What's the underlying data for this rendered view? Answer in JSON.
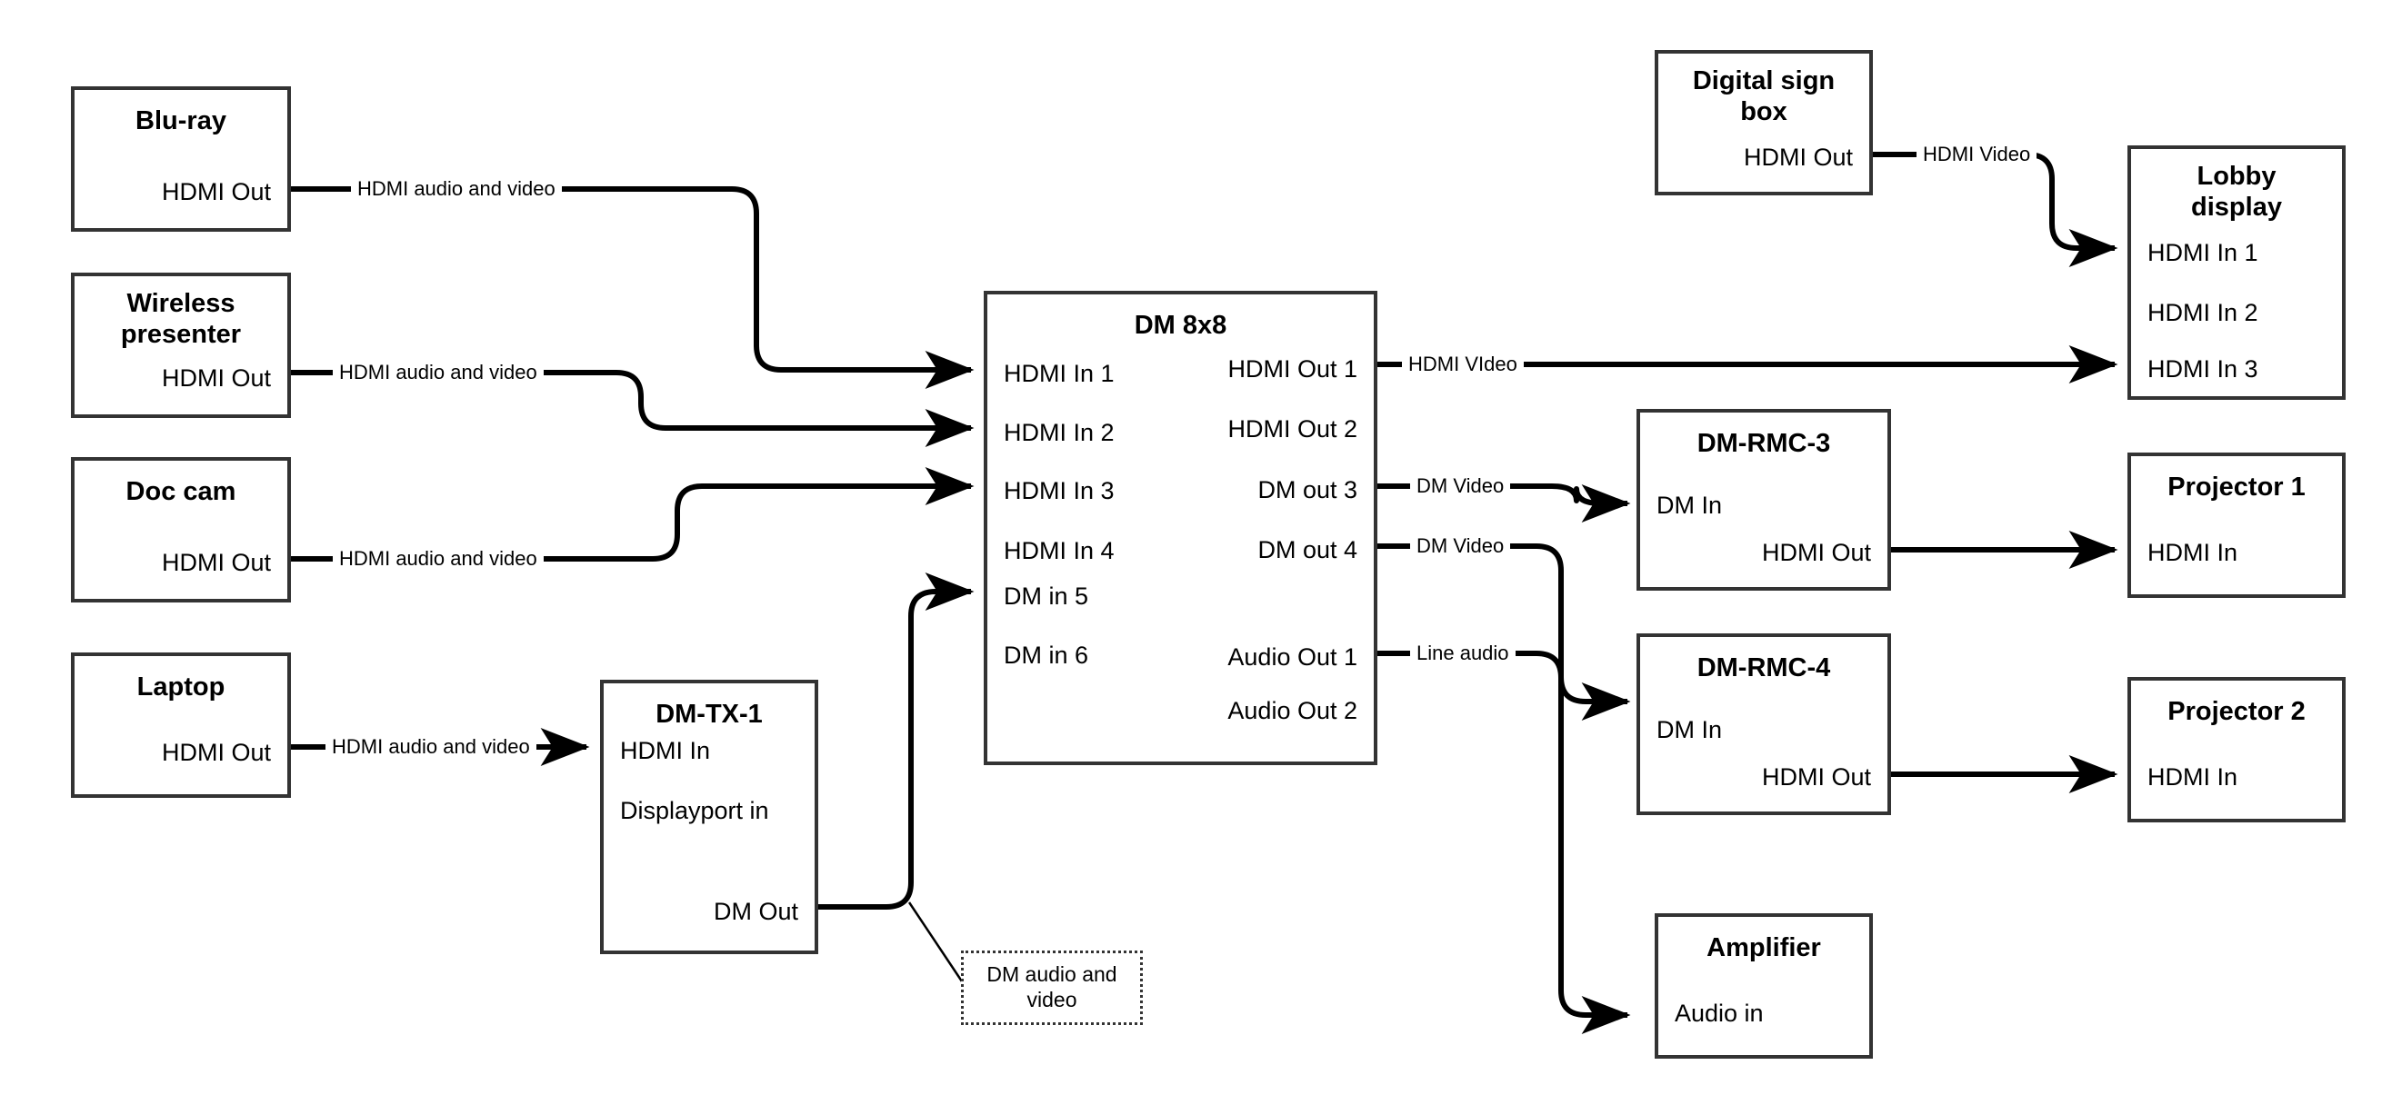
{
  "diagram": {
    "title": "AV Signal Flow Diagram",
    "stroke_color": "#333333",
    "wire_color": "#000000",
    "background": "#ffffff"
  },
  "nodes": {
    "bluray": {
      "title": "Blu-ray",
      "ports": {
        "hdmi_out": "HDMI Out"
      }
    },
    "wireless": {
      "title": "Wireless\npresenter",
      "ports": {
        "hdmi_out": "HDMI Out"
      }
    },
    "doccam": {
      "title": "Doc cam",
      "ports": {
        "hdmi_out": "HDMI Out"
      }
    },
    "laptop": {
      "title": "Laptop",
      "ports": {
        "hdmi_out": "HDMI Out"
      }
    },
    "dmtx1": {
      "title": "DM-TX-1",
      "ports": {
        "hdmi_in": "HDMI In",
        "dp_in": "Displayport in",
        "dm_out": "DM Out"
      }
    },
    "dm8x8": {
      "title": "DM 8x8",
      "inputs": [
        "HDMI In 1",
        "HDMI In 2",
        "HDMI In 3",
        "HDMI In 4",
        "DM in 5",
        "DM in 6"
      ],
      "outputs": [
        "HDMI Out 1",
        "HDMI Out 2",
        "DM out 3",
        "DM out 4",
        "Audio Out 1",
        "Audio Out 2"
      ]
    },
    "digitalsign": {
      "title": "Digital sign\nbox",
      "ports": {
        "hdmi_out": "HDMI Out"
      }
    },
    "lobby": {
      "title": "Lobby\ndisplay",
      "inputs": [
        "HDMI In 1",
        "HDMI In 2",
        "HDMI In 3"
      ]
    },
    "dmrmc3": {
      "title": "DM-RMC-3",
      "ports": {
        "dm_in": "DM In",
        "hdmi_out": "HDMI Out"
      }
    },
    "dmrmc4": {
      "title": "DM-RMC-4",
      "ports": {
        "dm_in": "DM In",
        "hdmi_out": "HDMI Out"
      }
    },
    "projector1": {
      "title": "Projector 1",
      "ports": {
        "hdmi_in": "HDMI In"
      }
    },
    "projector2": {
      "title": "Projector 2",
      "ports": {
        "hdmi_in": "HDMI In"
      }
    },
    "amplifier": {
      "title": "Amplifier",
      "ports": {
        "audio_in": "Audio in"
      }
    }
  },
  "callouts": {
    "dm_audio_video": "DM audio and video"
  },
  "wire_labels": {
    "bluray_to_dm": "HDMI audio and video",
    "wireless_to_dm": "HDMI audio and video",
    "doccam_to_dm": "HDMI audio and video",
    "laptop_to_dmtx1": "HDMI audio and video",
    "dm_hdmiout1_lobby": "HDMI VIdeo",
    "dm_dmout3_rmc3": "DM Video",
    "dm_dmout4_rmc4": "DM Video",
    "dm_audioout1_amp": "Line audio",
    "sign_to_lobby": "HDMI Video"
  },
  "connections": [
    {
      "from": "Blu-ray HDMI Out",
      "to": "DM 8x8 HDMI In 1",
      "label": "HDMI audio and video"
    },
    {
      "from": "Wireless presenter HDMI Out",
      "to": "DM 8x8 HDMI In 2",
      "label": "HDMI audio and video"
    },
    {
      "from": "Doc cam HDMI Out",
      "to": "DM 8x8 HDMI In 3",
      "label": "HDMI audio and video"
    },
    {
      "from": "Laptop HDMI Out",
      "to": "DM-TX-1 HDMI In",
      "label": "HDMI audio and video"
    },
    {
      "from": "DM-TX-1 DM Out",
      "to": "DM 8x8 DM in 5",
      "label": "DM audio and video"
    },
    {
      "from": "DM 8x8 HDMI Out 1",
      "to": "Lobby display HDMI In 3",
      "label": "HDMI VIdeo"
    },
    {
      "from": "DM 8x8 DM out 3",
      "to": "DM-RMC-3 DM In",
      "label": "DM Video"
    },
    {
      "from": "DM 8x8 DM out 4",
      "to": "DM-RMC-4 DM In",
      "label": "DM Video"
    },
    {
      "from": "DM 8x8 Audio Out 1",
      "to": "Amplifier Audio in",
      "label": "Line audio"
    },
    {
      "from": "Digital sign box HDMI Out",
      "to": "Lobby display HDMI In 1",
      "label": "HDMI Video"
    },
    {
      "from": "DM-RMC-3 HDMI Out",
      "to": "Projector 1 HDMI In",
      "label": ""
    },
    {
      "from": "DM-RMC-4 HDMI Out",
      "to": "Projector 2 HDMI In",
      "label": ""
    }
  ]
}
